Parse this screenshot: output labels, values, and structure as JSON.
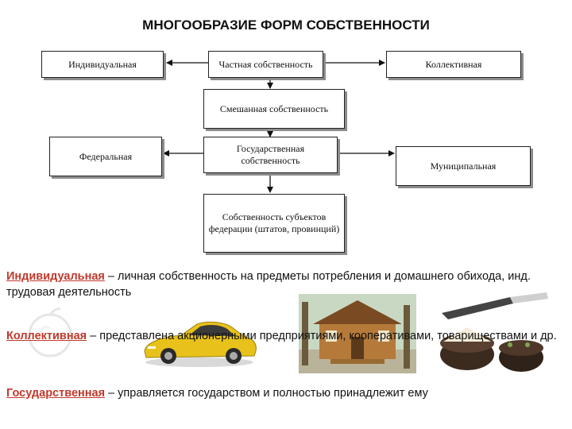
{
  "title": "МНОГООБРАЗИЕ ФОРМ СОБСТВЕННОСТИ",
  "diagram": {
    "individual": "Индивидуальная",
    "private": "Частная собственность",
    "collective": "Коллективная",
    "mixed": "Смешанная собственность",
    "federal": "Федеральная",
    "state": "Государственная собственность",
    "municipal": "Муниципальная",
    "subjects": "Собственность субъектов федерации (штатов, провинций)"
  },
  "definitions": [
    {
      "term": "Индивидуальная",
      "text": " – личная собственность на предметы потребления и домашнего обихода, инд. трудовая деятельность"
    },
    {
      "term": "Коллективная",
      "text": " – представлена акционерными предприятиями, кооперативами, товариществами и др."
    },
    {
      "term": "Государственная",
      "text": " – управляется государством и полностью принадлежит ему"
    }
  ],
  "colors": {
    "term": "#c0392b",
    "car": "#e8c21a"
  },
  "icons": [
    "apple-watermark-icon",
    "yellow-car-image",
    "wooden-house-image",
    "knife-and-cake-image"
  ]
}
